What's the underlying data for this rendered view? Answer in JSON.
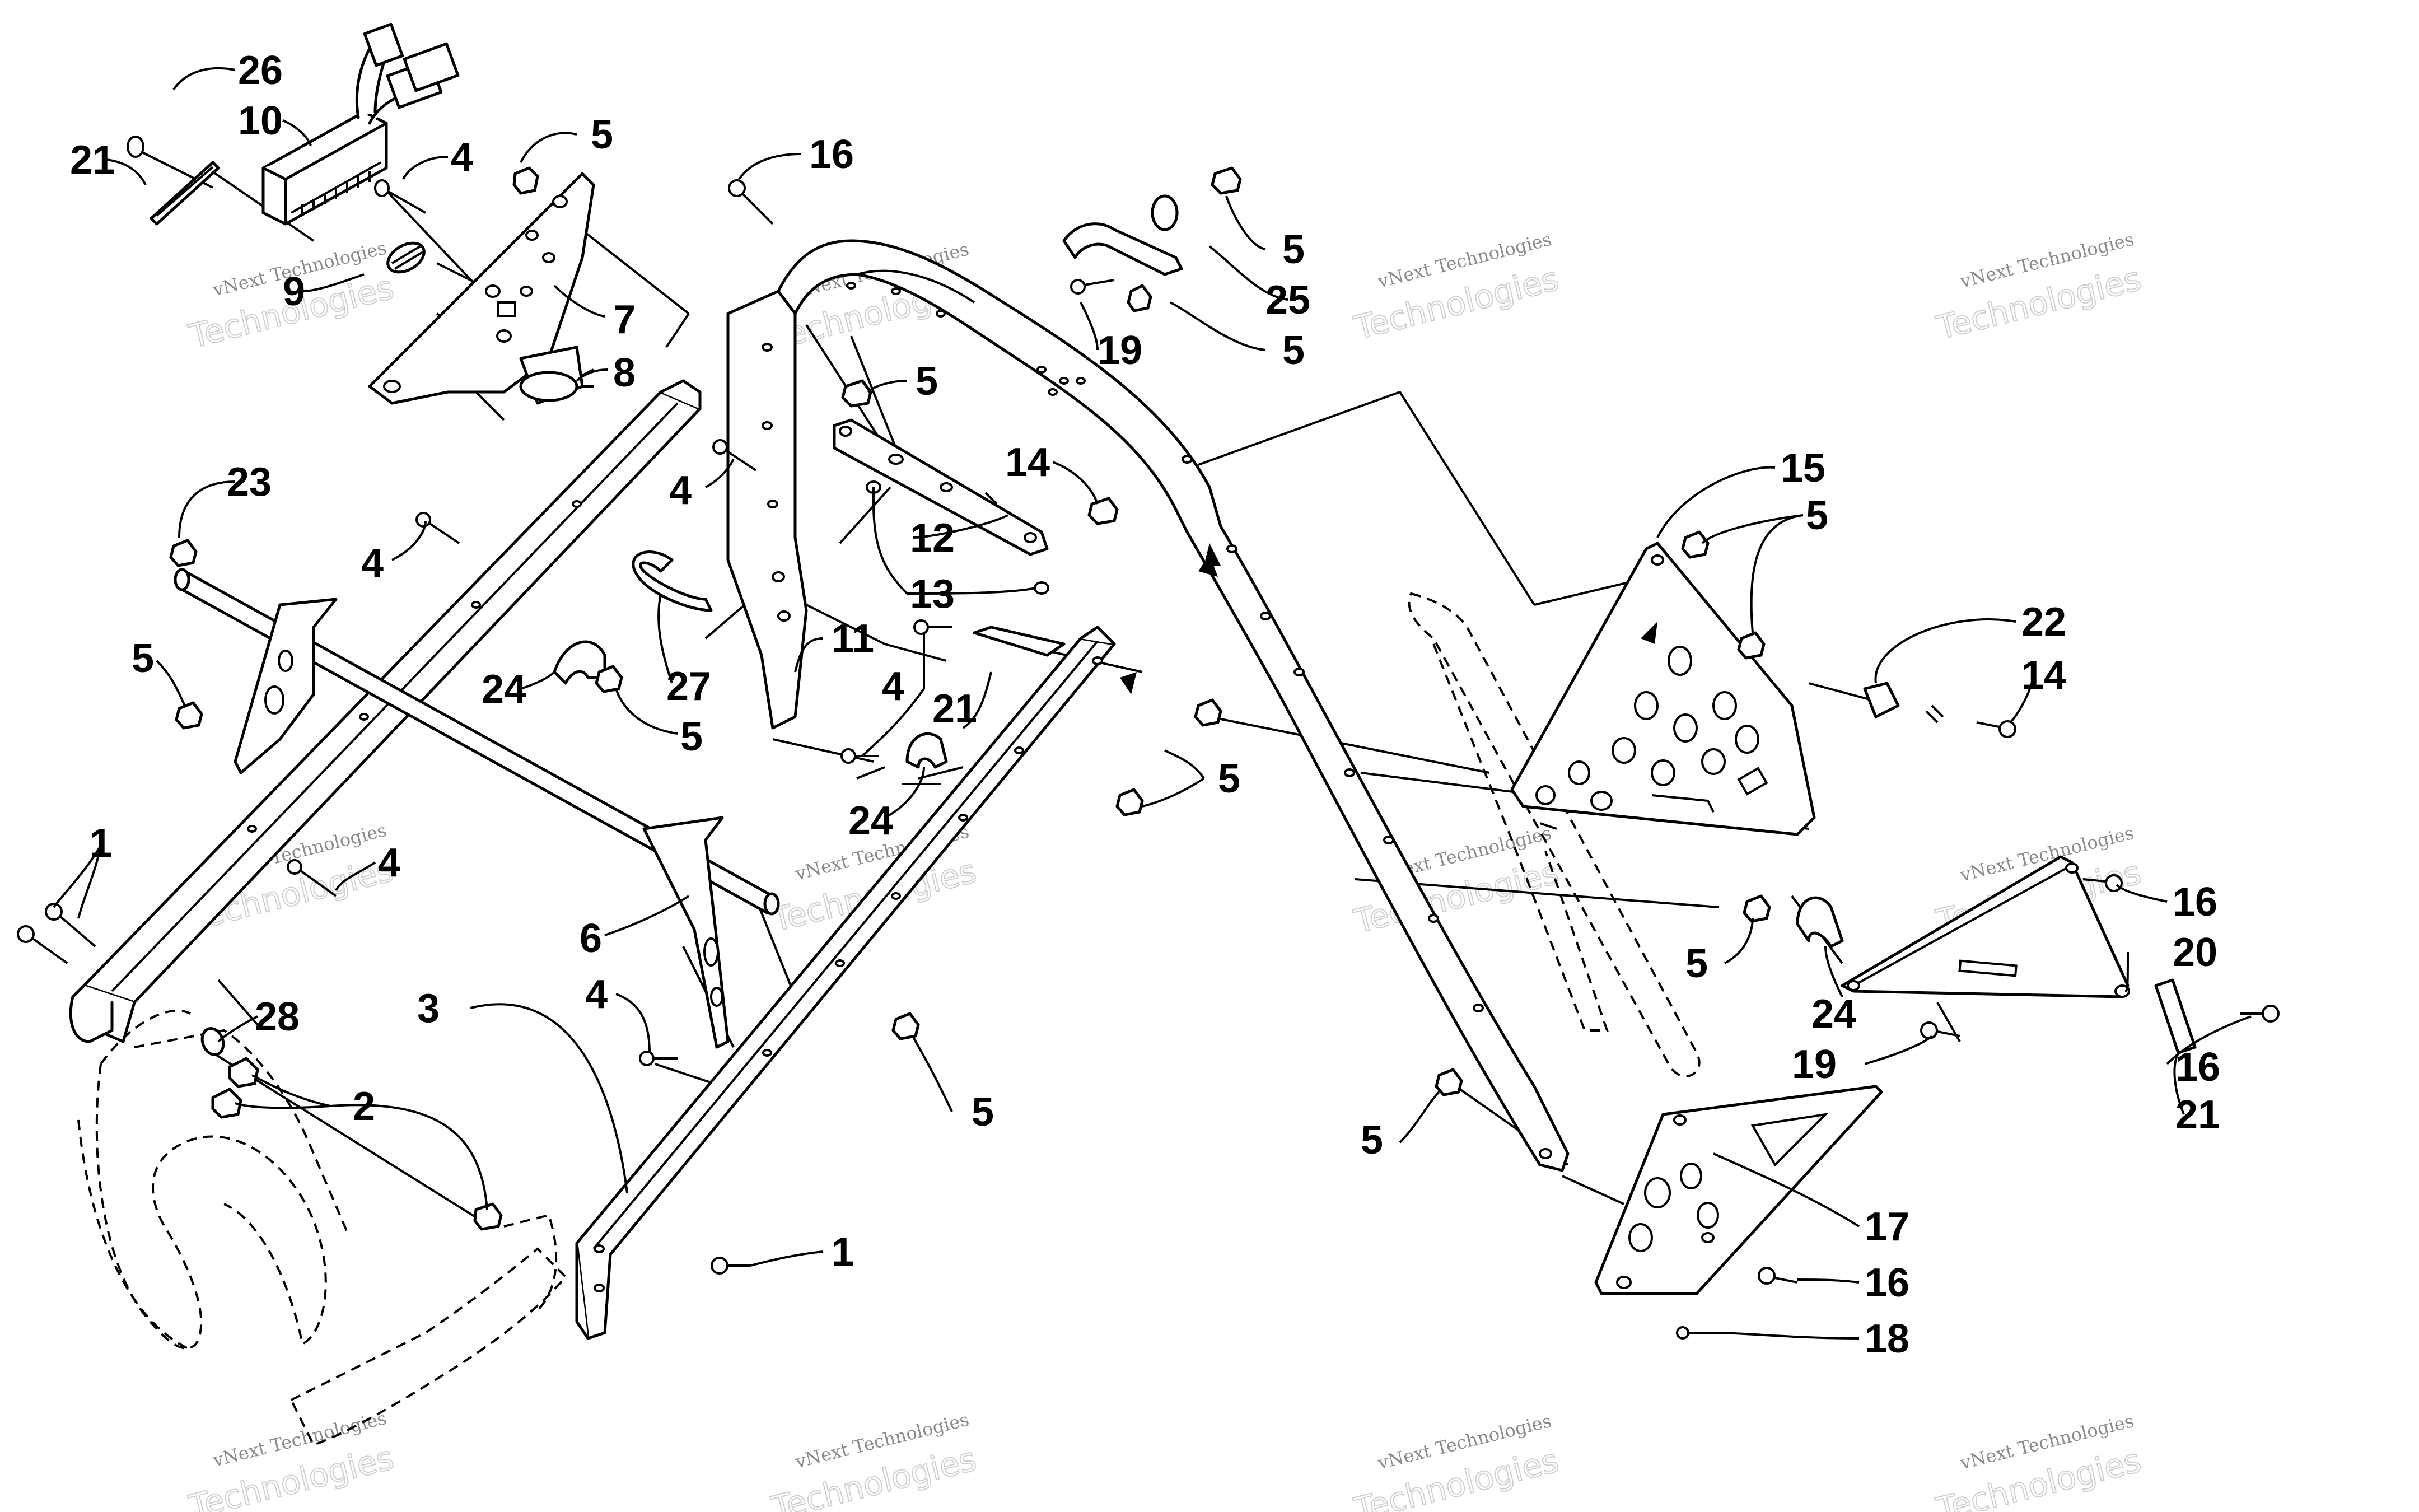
{
  "diagram": {
    "callouts": [
      {
        "id": "c26",
        "text": "26"
      },
      {
        "id": "c10",
        "text": "10"
      },
      {
        "id": "c21a",
        "text": "21"
      },
      {
        "id": "c9",
        "text": "9"
      },
      {
        "id": "c4a",
        "text": "4"
      },
      {
        "id": "c5a",
        "text": "5"
      },
      {
        "id": "c7",
        "text": "7"
      },
      {
        "id": "c8",
        "text": "8"
      },
      {
        "id": "c16a",
        "text": "16"
      },
      {
        "id": "c5b",
        "text": "5"
      },
      {
        "id": "c25",
        "text": "25"
      },
      {
        "id": "c19a",
        "text": "19"
      },
      {
        "id": "c5c",
        "text": "5"
      },
      {
        "id": "c5d",
        "text": "5"
      },
      {
        "id": "c12",
        "text": "12"
      },
      {
        "id": "c14a",
        "text": "14"
      },
      {
        "id": "c13",
        "text": "13"
      },
      {
        "id": "c4b",
        "text": "4"
      },
      {
        "id": "c23",
        "text": "23"
      },
      {
        "id": "c4c",
        "text": "4"
      },
      {
        "id": "c11",
        "text": "11"
      },
      {
        "id": "c24a",
        "text": "24"
      },
      {
        "id": "c27",
        "text": "27"
      },
      {
        "id": "c5e",
        "text": "5"
      },
      {
        "id": "c5f",
        "text": "5"
      },
      {
        "id": "c4d",
        "text": "4"
      },
      {
        "id": "c21b",
        "text": "21"
      },
      {
        "id": "c24b",
        "text": "24"
      },
      {
        "id": "c5g",
        "text": "5"
      },
      {
        "id": "c15",
        "text": "15"
      },
      {
        "id": "c5h",
        "text": "5"
      },
      {
        "id": "c22",
        "text": "22"
      },
      {
        "id": "c14b",
        "text": "14"
      },
      {
        "id": "c1a",
        "text": "1"
      },
      {
        "id": "c4e",
        "text": "4"
      },
      {
        "id": "c6",
        "text": "6"
      },
      {
        "id": "c28",
        "text": "28"
      },
      {
        "id": "c3",
        "text": "3"
      },
      {
        "id": "c2",
        "text": "2"
      },
      {
        "id": "c4f",
        "text": "4"
      },
      {
        "id": "c5i",
        "text": "5"
      },
      {
        "id": "c1b",
        "text": "1"
      },
      {
        "id": "c16b",
        "text": "16"
      },
      {
        "id": "c5j",
        "text": "5"
      },
      {
        "id": "c20",
        "text": "20"
      },
      {
        "id": "c24c",
        "text": "24"
      },
      {
        "id": "c19b",
        "text": "19"
      },
      {
        "id": "c16c",
        "text": "16"
      },
      {
        "id": "c21c",
        "text": "21"
      },
      {
        "id": "c5k",
        "text": "5"
      },
      {
        "id": "c17",
        "text": "17"
      },
      {
        "id": "c16d",
        "text": "16"
      },
      {
        "id": "c18",
        "text": "18"
      }
    ],
    "watermark": {
      "small": "vNext Technologies",
      "big": "Technologies",
      "color": "#8a8a8a"
    }
  }
}
